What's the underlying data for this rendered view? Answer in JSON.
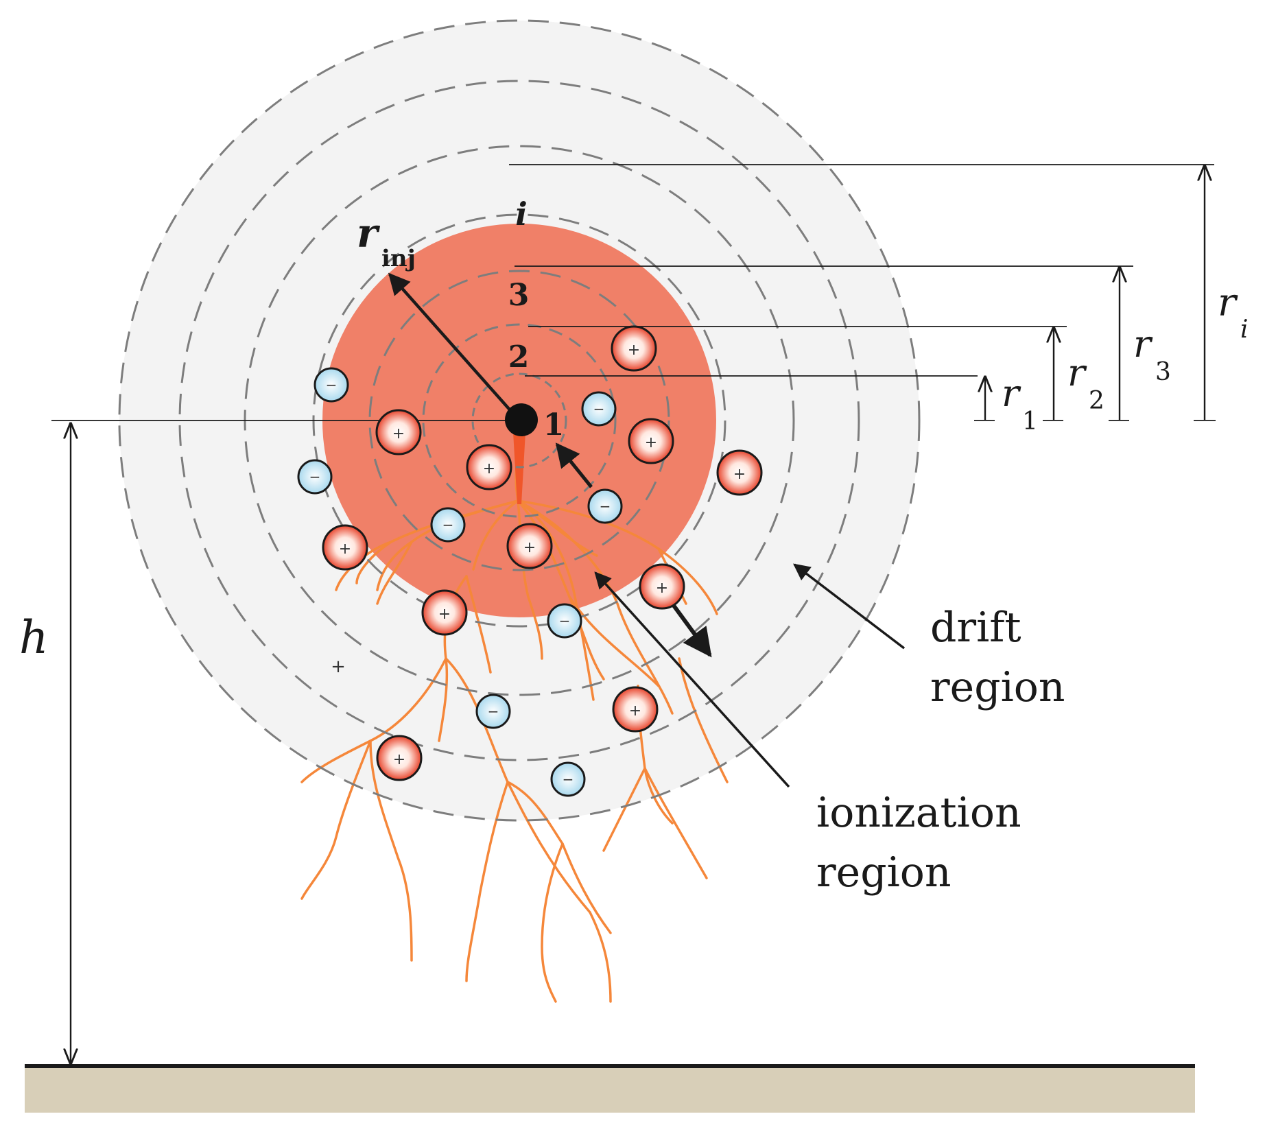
{
  "labels": {
    "r_inj_main": "r",
    "r_inj_sub": "inj",
    "shell_i": "i",
    "shell_3": "3",
    "shell_2": "2",
    "shell_1": "1",
    "r1_main": "r",
    "r1_sub": "1",
    "r2_main": "r",
    "r2_sub": "2",
    "r3_main": "r",
    "r3_sub": "3",
    "ri_main": "r",
    "ri_sub": "i",
    "h": "h",
    "drift_line1": "drift",
    "drift_line2": "region",
    "ionization_line1": "ionization",
    "ionization_line2": "region",
    "plus_sign": "+",
    "minus_sign": "−"
  },
  "colors": {
    "drift_region": "#f3f3f3",
    "ionization_region": "#f08068",
    "streamer": "#f5873a",
    "positive_ion_edge": "#e03020",
    "negative_ion_fill": "#bfe4f4",
    "ground": "#d8cfb8"
  }
}
